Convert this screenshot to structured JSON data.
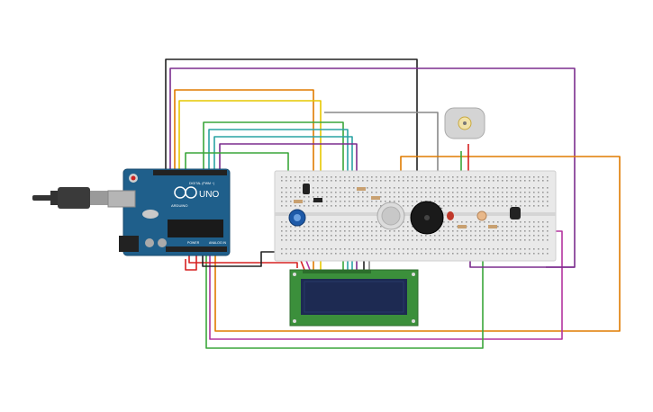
{
  "arduino": {
    "model_text": "UNO",
    "brand_text": "ARDUINO",
    "digital_label": "DIGITAL (PWM ~)",
    "power_label": "POWER",
    "analog_label": "ANALOG IN",
    "board_color": "#1f5f8b",
    "header_color": "#222222"
  },
  "colors": {
    "wire_black": "#222222",
    "wire_purple": "#7b2d8e",
    "wire_orange": "#e07b00",
    "wire_yellow": "#e6c800",
    "wire_green": "#3aa63a",
    "wire_teal": "#2aa3a3",
    "wire_red": "#d62020",
    "wire_gray": "#888888",
    "wire_magenta": "#b3339f",
    "breadboard": "#e9e9e9",
    "lcd_pcb": "#3b8f3b",
    "lcd_screen": "#1d2a52"
  },
  "components": {
    "lcd": "lcd-16x2",
    "motor": "dc-motor",
    "buzzer": "piezo-buzzer",
    "gas_sensor": "gas-sensor",
    "led": "red-led",
    "potentiometer": "potentiometer",
    "photoresistor": "photoresistor",
    "temp_sensor": "temperature-sensor"
  }
}
